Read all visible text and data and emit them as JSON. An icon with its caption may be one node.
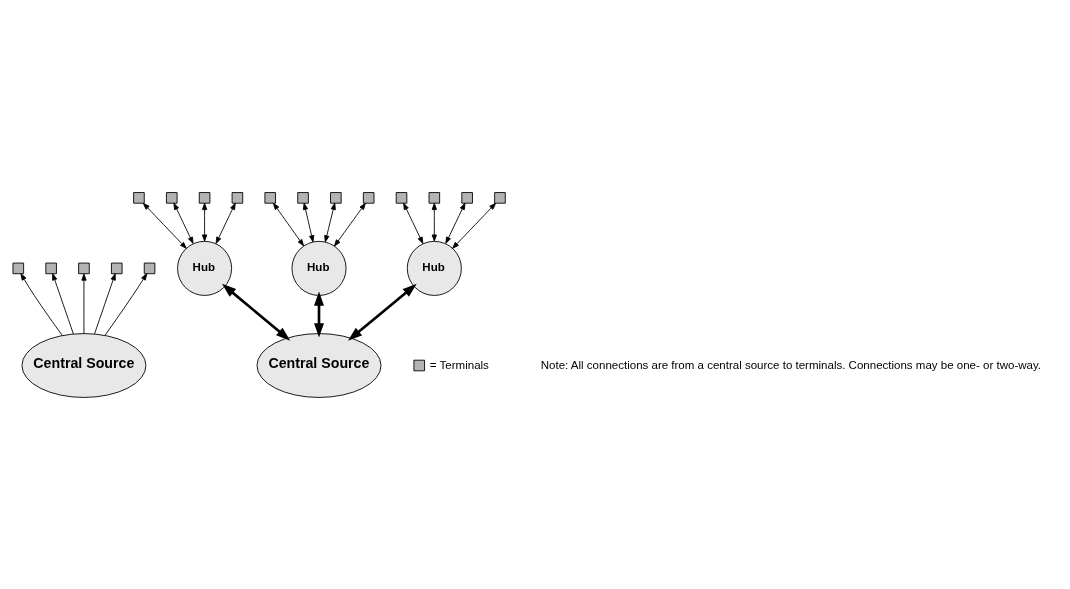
{
  "diagram": {
    "nodes": [
      {
        "text": [
          "Central Source"
        ]
      },
      {
        "text": [],
        "shape": "box"
      },
      {
        "text": [],
        "shape": "box"
      },
      {
        "text": [],
        "shape": "box"
      },
      {
        "text": [],
        "shape": "box"
      },
      {
        "text": [],
        "shape": "box"
      },
      {
        "text": [
          "Hub"
        ]
      },
      {
        "text": [],
        "shape": "box"
      },
      {
        "text": [],
        "shape": "box"
      },
      {
        "text": [],
        "shape": "box"
      },
      {
        "text": [],
        "shape": "box"
      },
      {
        "text": [
          "Hub"
        ]
      },
      {
        "text": [],
        "shape": "box"
      },
      {
        "text": [],
        "shape": "box"
      },
      {
        "text": [],
        "shape": "box"
      },
      {
        "text": [],
        "shape": "box"
      },
      {
        "text": [
          "Hub"
        ]
      },
      {
        "text": [],
        "shape": "box"
      },
      {
        "text": [],
        "shape": "box"
      },
      {
        "text": [],
        "shape": "box"
      },
      {
        "text": [],
        "shape": "box"
      },
      {
        "text": [
          "Central Source"
        ]
      }
    ],
    "edges": [
      {
        "from": 0,
        "to": 1,
        "arrow": "to"
      },
      {
        "from": 0,
        "to": 2,
        "arrow": "to"
      },
      {
        "from": 0,
        "to": 3,
        "arrow": "to"
      },
      {
        "from": 0,
        "to": 4,
        "arrow": "to"
      },
      {
        "from": 0,
        "to": 5,
        "arrow": "to"
      },
      {
        "from": 6,
        "to": 7,
        "arrow": "both"
      },
      {
        "from": 6,
        "to": 8,
        "arrow": "both"
      },
      {
        "from": 6,
        "to": 9,
        "arrow": "both"
      },
      {
        "from": 6,
        "to": 10,
        "arrow": "both"
      },
      {
        "from": 11,
        "to": 12,
        "arrow": "both"
      },
      {
        "from": 11,
        "to": 13,
        "arrow": "both"
      },
      {
        "from": 11,
        "to": 14,
        "arrow": "both"
      },
      {
        "from": 11,
        "to": 15,
        "arrow": "both"
      },
      {
        "from": 16,
        "to": 17,
        "arrow": "both"
      },
      {
        "from": 16,
        "to": 18,
        "arrow": "both"
      },
      {
        "from": 16,
        "to": 19,
        "arrow": "both"
      },
      {
        "from": 16,
        "to": 20,
        "arrow": "both"
      },
      {
        "from": 21,
        "to": 6,
        "arrow": "both",
        "style": "thick"
      },
      {
        "from": 21,
        "to": 11,
        "arrow": "both",
        "style": "thick"
      },
      {
        "from": 21,
        "to": 16,
        "arrow": "both",
        "style": "thick"
      }
    ],
    "labels": [
      "Note: All connections are from a central source to terminals. Connections may be one- or two-way."
    ],
    "legend": [
      {
        "text": "= Terminals",
        "color": "#b3b3b3"
      }
    ]
  }
}
